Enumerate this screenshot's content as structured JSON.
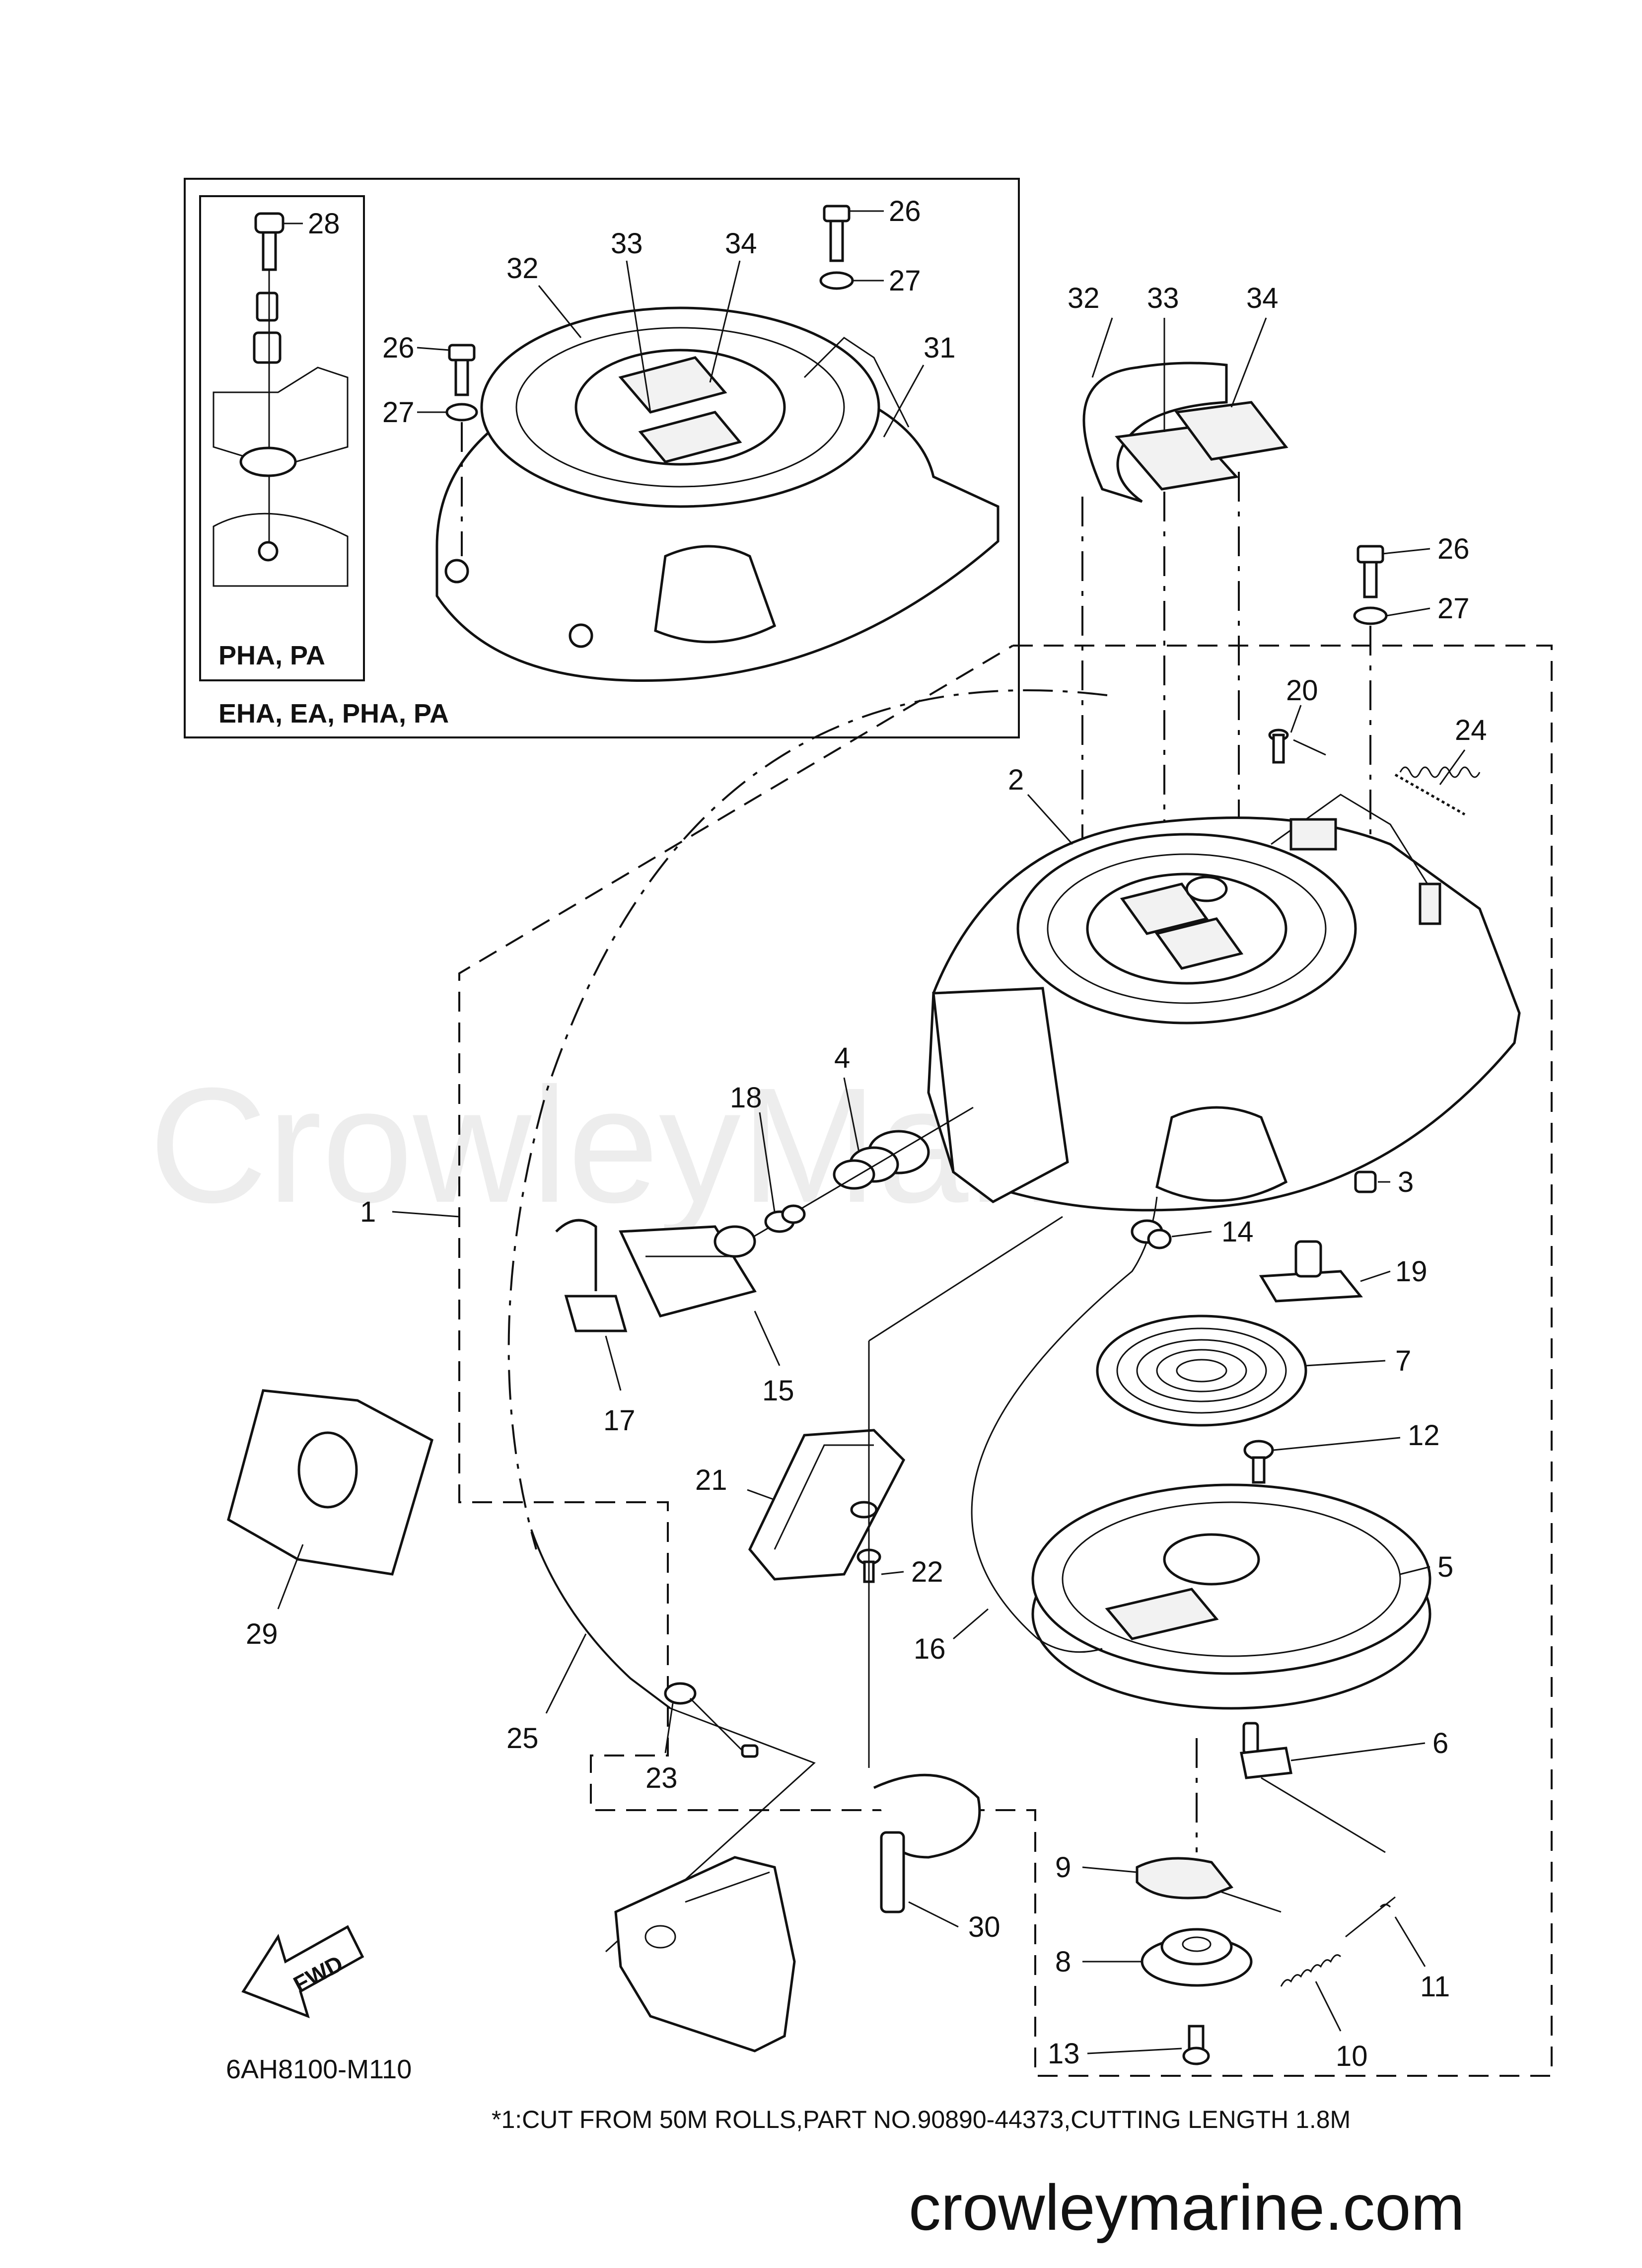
{
  "inset": {
    "title_top": "PHA, PA",
    "title_bottom": "EHA, EA, PHA, PA"
  },
  "callouts": {
    "i28": "28",
    "i26a": "26",
    "i27a": "27",
    "i32a": "32",
    "i33a": "33",
    "i34a": "34",
    "i26b": "26",
    "i27b": "27",
    "i31": "31",
    "m32": "32",
    "m33": "33",
    "m34": "34",
    "m26": "26",
    "m27": "27",
    "m20": "20",
    "m24": "24",
    "m2": "2",
    "m4": "4",
    "m18": "18",
    "m3": "3",
    "m1": "1",
    "m14": "14",
    "m19": "19",
    "m7": "7",
    "m15": "15",
    "m17": "17",
    "m12": "12",
    "m21": "21",
    "m5": "5",
    "m22": "22",
    "m29": "29",
    "m16": "16",
    "m6": "6",
    "m25": "25",
    "m23": "23",
    "m9": "9",
    "m30": "30",
    "m8": "8",
    "m11": "11",
    "m10": "10",
    "m13": "13"
  },
  "fwd_arrow": "FWD",
  "diagram_code": "6AH8100-M110",
  "footnote": "*1:CUT FROM 50M ROLLS,PART NO.90890-44373,CUTTING LENGTH 1.8M",
  "watermark": "CrowleyMarine",
  "website": "crowleymarine.com"
}
